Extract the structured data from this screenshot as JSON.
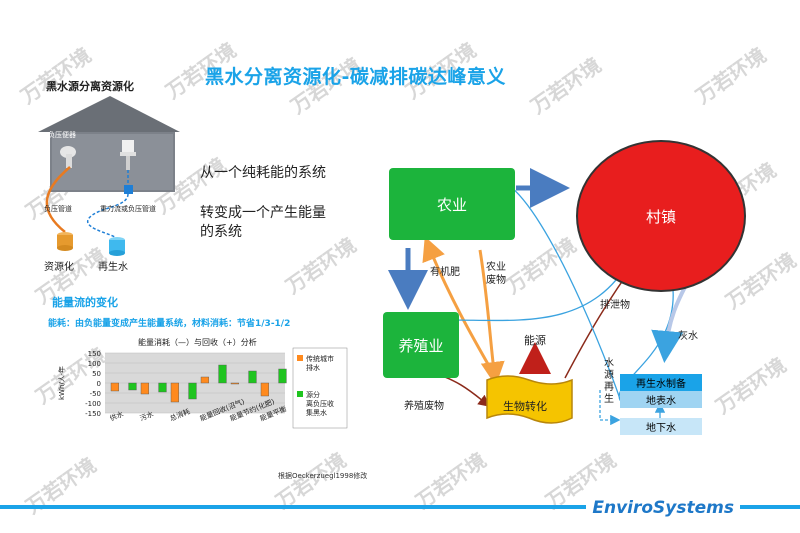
{
  "title": "黑水分离资源化-碳减排碳达峰意义",
  "house": {
    "title": "黑水源分离资源化",
    "toilet_label": "负压便器",
    "pipe_left": "负压管道",
    "pipe_right": "重力流或负压管道",
    "tank_left": "资源化",
    "tank_right": "再生水"
  },
  "description": {
    "line1": "从一个纯耗能的系统",
    "line2": "转变成一个产生能量",
    "line3": "的系统"
  },
  "energy": {
    "title": "能量流的变化",
    "subtitle": "能耗：由负能量变成产生能量系统，材料消耗：节省1/3-1/2"
  },
  "chart_data": {
    "type": "bar",
    "title": "能量消耗（—）与回收（+）分析",
    "ylabel": "kWh/人·年",
    "yticks": [
      150,
      100,
      50,
      0,
      -50,
      -100,
      -150
    ],
    "ylim": [
      -150,
      150
    ],
    "categories": [
      "供水",
      "污水",
      "总消耗",
      "能量回收(沼气)",
      "能量节约(化肥)",
      "能量平衡"
    ],
    "series": [
      {
        "name": "传统城市排水",
        "color": "#ff8a1e",
        "values": [
          -40,
          -55,
          -95,
          30,
          0,
          -65
        ]
      },
      {
        "name": "源分离负压收集黑水",
        "color": "#1fc41f",
        "values": [
          -35,
          -45,
          -80,
          90,
          60,
          70
        ]
      }
    ]
  },
  "credit": "根据Oeckerzuegl1998修改",
  "flow": {
    "agriculture": "农业",
    "village": "村镇",
    "breeding": "养殖业",
    "bio": "生物转化",
    "organic_fert": "有机肥",
    "agri_waste": "农业\n废物",
    "energy": "能源",
    "excrement": "排泄物",
    "greywater": "灰水",
    "breeding_waste": "养殖废物",
    "water_source_regen": "水\n源\n再\n生",
    "reclaimed": "再生水制备",
    "surface": "地表水",
    "ground": "地下水"
  },
  "watermark_text": "万若环境",
  "brand": "EnviroSystems",
  "colors": {
    "accent": "#1aa3e8",
    "green": "#1cb43c",
    "red": "#e81e1e",
    "orange": "#f5a042",
    "brown": "#8b2a1a",
    "bio_yellow": "#f5c400"
  }
}
